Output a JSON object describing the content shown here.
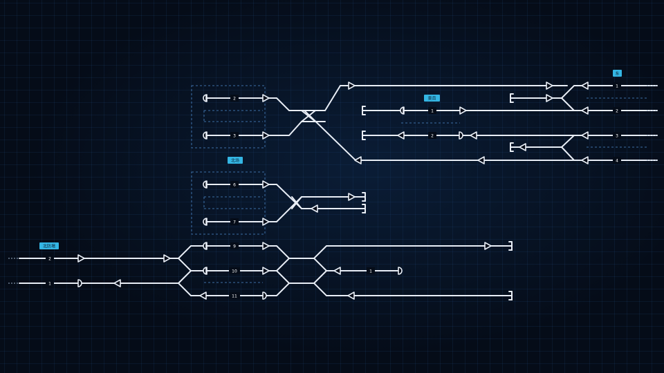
{
  "areas": {
    "top_right": "东",
    "east_yard": "東貨",
    "middle": "北场",
    "west": "北防場"
  },
  "tracks": {
    "west_a": "2",
    "west_b": "1",
    "box1_a": "2",
    "box1_b": "3",
    "box2_a": "6",
    "box2_b": "7",
    "lower_a": "9",
    "lower_b": "10",
    "lower_c": "11",
    "lower_right": "1",
    "yard_a": "1",
    "yard_b": "2",
    "right_1": "1",
    "right_2": "2",
    "right_3": "3",
    "right_4": "4"
  },
  "colors": {
    "track": "#e9eef6",
    "tag": "#34b6e4",
    "grid": "#3d6fa6",
    "background": "#050c18"
  }
}
